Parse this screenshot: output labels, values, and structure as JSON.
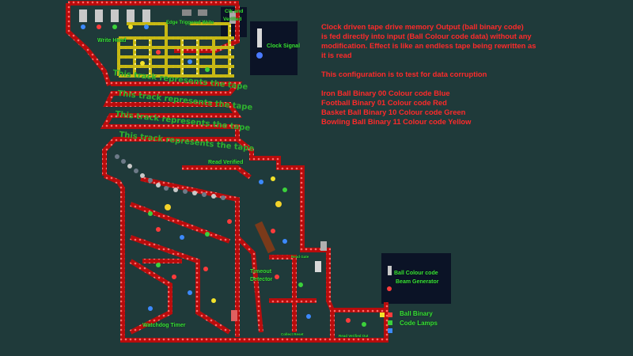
{
  "description": {
    "line1": "Clock driven tape drive memory Output (ball binary code)",
    "line2": "is fed directly into input (Ball Colour code data) without any",
    "line3": "modification. Effect is like an endless tape being rewritten as",
    "line4": "it is read",
    "test_note": "This configuration is to test for data corruption",
    "codes": [
      "Iron Ball Binary 00 Colour code Blue",
      "Football Binary 01 Colour code Red",
      "Basket Ball Binary 10 Colour code Green",
      "Bowling Ball Binary 11 Colour code Yellow"
    ]
  },
  "labels": {
    "write_head": "Write Head",
    "edge_triggered": "Edge Triggered Write",
    "clk_verified_1": "Clk and",
    "clk_verified_2": "Verified",
    "clock_signal": "Clock Signal",
    "tape_text": "This track represents the tape",
    "read_verified": "Read Verified",
    "timeout_1": "Timeout",
    "timeout_2": "Detector",
    "watchdog": "Watchdog Timer",
    "beam_1": "Ball Colour code",
    "beam_2": "Beam Generator",
    "lamps_1": "Ball Binary",
    "lamps_2": "Code Lamps",
    "small_collect": "Collect Reset",
    "small_read_gate": "Read Gate",
    "small_rvo": "Read Verified Out"
  },
  "colors": {
    "background": "#1f3a3a",
    "track": "#e01010",
    "text_red": "#ff2a2a",
    "label_green": "#39e639",
    "panel": "#0b1326",
    "yellow_track": "#e8d820"
  }
}
